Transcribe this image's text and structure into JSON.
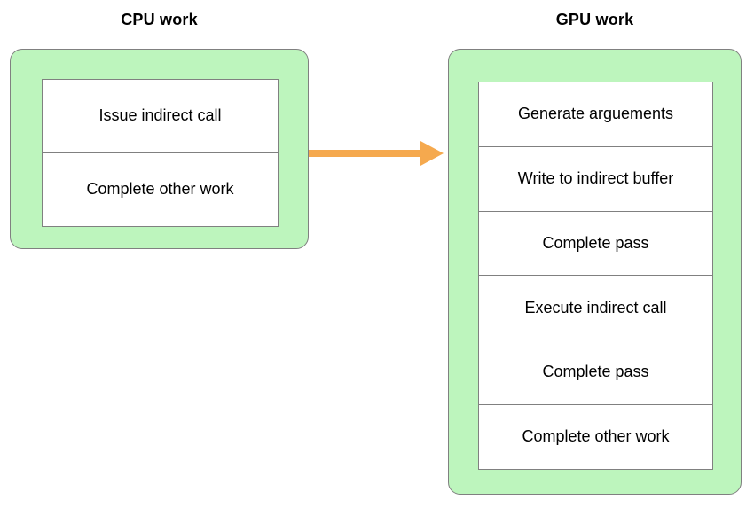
{
  "diagram": {
    "columns": [
      {
        "title": "CPU work",
        "steps": [
          "Issue indirect call",
          "Complete other work"
        ]
      },
      {
        "title": "GPU work",
        "steps": [
          "Generate arguements",
          "Write to indirect buffer",
          "Complete pass",
          "Execute indirect call",
          "Complete pass",
          "Complete other work"
        ]
      }
    ],
    "connector": {
      "icon": "right-arrow-icon",
      "from": "CPU work",
      "to": "GPU work",
      "color": "#F5A94E"
    },
    "colors": {
      "panel_fill": "#BDF5BD",
      "border": "#808080",
      "row_fill": "#FFFFFF",
      "text": "#000000",
      "background": "#FFFFFF"
    }
  }
}
